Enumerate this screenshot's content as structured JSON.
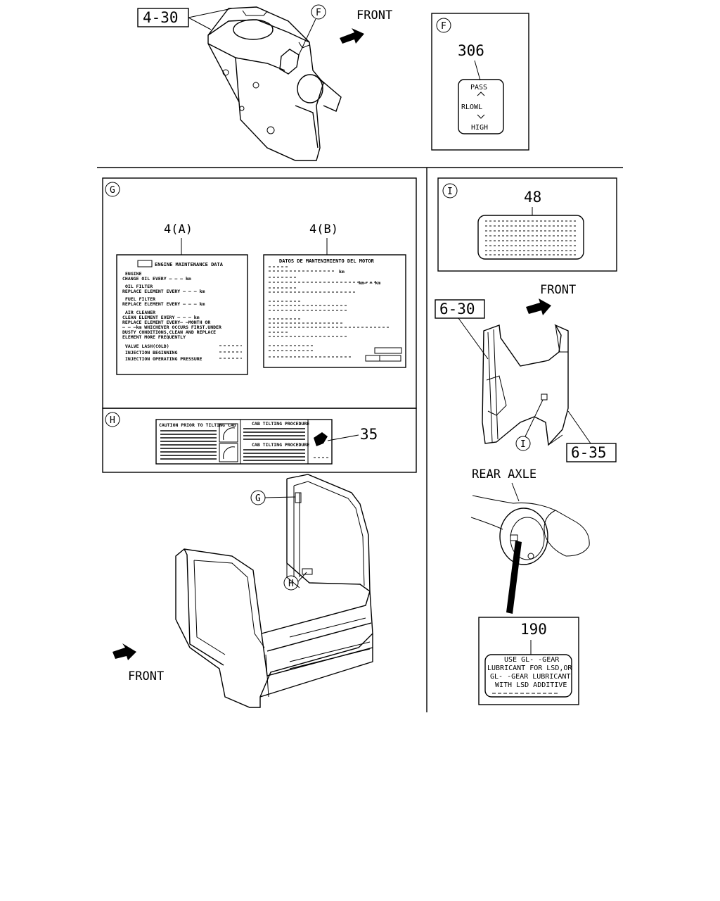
{
  "callouts": {
    "c4_30": "4-30",
    "c6_30": "6-30",
    "c6_35": "6-35",
    "c306": "306",
    "c48": "48",
    "c35": "35",
    "c190": "190",
    "c4a": "4(A)",
    "c4b": "4(B)"
  },
  "markers": {
    "F": "F",
    "G": "G",
    "H": "H",
    "I": "I"
  },
  "front_labels": {
    "top": "FRONT",
    "right": "FRONT",
    "bottom": "FRONT"
  },
  "rear_axle": "REAR AXLE",
  "sign_306": {
    "top": "PASS",
    "mid": "RLOWL",
    "bottom": "HIGH"
  },
  "label_4a": {
    "title": "ENGINE MAINTENANCE DATA",
    "lines": [
      "ENGINE",
      "CHANGE OIL EVERY — — — km",
      "OIL FILTER",
      "REPLACE ELEMENT EVERY — — — km",
      "FUEL FILTER",
      "REPLACE ELEMENT EVERY — — — km",
      "AIR CLEANER",
      "CLEAN ELEMENT EVERY — — — km",
      "REPLACE ELEMENT EVERY— —MONTH OR",
      "— — —km WHICHEVER OCCURS FIRST.UNDER",
      "DUSTY CONDITIONS,CLEAN AND REPLACE",
      "ELEMENT MORE FREQUENTLY",
      "VALVE LASH(COLD)",
      "INJECTION BEGINNING",
      "INJECTION OPERATING PRESSURE"
    ]
  },
  "label_4b": {
    "title": "DATOS DE MANTENIMIENTO DEL MOTOR",
    "km1": "km",
    "kms": "km— — km"
  },
  "label_35": {
    "left_title": "CAUTION PRIOR TO TILTING CAB",
    "right_title_1": "CAB TILTING PROCEDURE",
    "right_title_2": "CAB TILTING PROCEDURE"
  },
  "label_190": {
    "lines": [
      "USE GL- -GEAR",
      "LUBRICANT FOR LSD,OR",
      "GL- -GEAR LUBRICANT",
      "WITH LSD ADDITIVE"
    ]
  }
}
